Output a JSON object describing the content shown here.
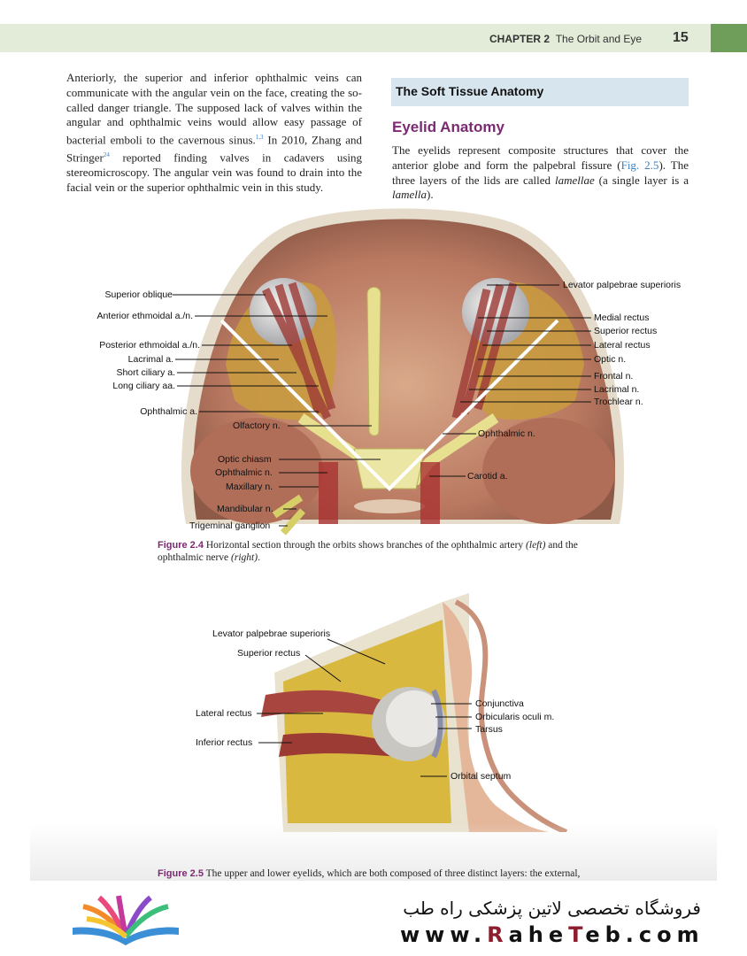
{
  "header": {
    "chapter": "CHAPTER 2",
    "chapter_title": "The Orbit and Eye",
    "page_number": "15"
  },
  "left_column": {
    "p1": "Anteriorly, the superior and inferior ophthalmic veins can communicate with the angular vein on the face, creating the so-called danger triangle. The supposed lack of valves within the angular and ophthalmic veins would allow easy passage of bacterial emboli to the cavernous sinus.",
    "ref1": "1,3",
    "p2": " In 2010, Zhang and Stringer",
    "ref2": "24",
    "p3": " reported finding valves in cadavers using stereomicroscopy. The angular vein was found to drain into the facial vein or the superior ophthalmic vein in this study."
  },
  "right_column": {
    "section_title": "The Soft Tissue Anatomy",
    "subheading": "Eyelid Anatomy",
    "p1": "The eyelids represent composite structures that cover the anterior globe and form the palpebral fissure (",
    "fig_ref": "Fig. 2.5",
    "p2": "). The three layers of the lids are called ",
    "term1": "lamellae",
    "p3": " (a single layer is a ",
    "term2": "lamella",
    "p4": ")."
  },
  "figure1": {
    "labels_left": [
      "Superior oblique",
      "Anterior ethmoidal a./n.",
      "Posterior ethmoidal a./n.",
      "Lacrimal a.",
      "Short ciliary a.",
      "Long ciliary aa.",
      "Ophthalmic a."
    ],
    "labels_center": [
      "Olfactory n.",
      "Optic chiasm",
      "Ophthalmic n.",
      "Maxillary n.",
      "Mandibular n.",
      "Trigeminal ganglion"
    ],
    "labels_right": [
      "Levator palpebrae superioris",
      "Medial rectus",
      "Superior rectus",
      "Lateral rectus",
      "Optic n.",
      "Frontal n.",
      "Lacrimal n.",
      "Trochlear n."
    ],
    "label_ophthalmic_right": "Ophthalmic n.",
    "label_carotid": "Carotid a.",
    "caption_label": "Figure 2.4",
    "caption_text_1": "  Horizontal section through the orbits shows branches of the ophthalmic artery ",
    "caption_italic_1": "(left)",
    "caption_text_2": " and the ophthalmic nerve ",
    "caption_italic_2": "(right)",
    "caption_text_3": "."
  },
  "figure2": {
    "labels_left": [
      "Levator palpebrae superioris",
      "Superior rectus",
      "Lateral rectus",
      "Inferior rectus"
    ],
    "labels_right": [
      "Conjunctiva",
      "Orbicularis oculi m.",
      "Tarsus",
      "Orbital septum"
    ],
    "caption_label": "Figure 2.5",
    "caption_text": "  The upper and lower eyelids, which are both composed of three distinct layers: the external,"
  },
  "footer": {
    "persian": "فروشگاه تخصصی لاتین پزشکی  راه طب",
    "url_1": "www.",
    "url_R": "R",
    "url_2": "ahe",
    "url_T": "T",
    "url_3": "eb.com"
  },
  "colors": {
    "header_bar": "#e2ecd8",
    "header_block": "#6f9e5a",
    "section_box": "#d7e5ee",
    "subheading": "#7b2a72",
    "link": "#3a7fc0"
  }
}
